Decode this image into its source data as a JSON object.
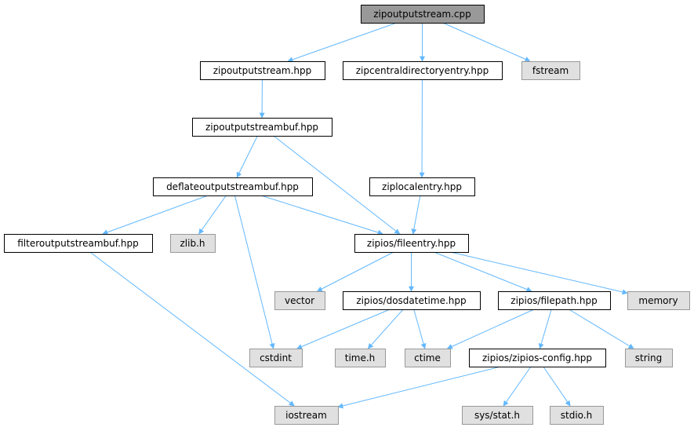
{
  "diagram": {
    "nodes": [
      {
        "id": "zipoutputstream_cpp",
        "label": "zipoutputstream.cpp",
        "kind": "root"
      },
      {
        "id": "zipoutputstream_hpp",
        "label": "zipoutputstream.hpp",
        "kind": "file"
      },
      {
        "id": "zipcentraldirectoryentry_hpp",
        "label": "zipcentraldirectoryentry.hpp",
        "kind": "file"
      },
      {
        "id": "fstream",
        "label": "fstream",
        "kind": "system"
      },
      {
        "id": "zipoutputstreambuf_hpp",
        "label": "zipoutputstreambuf.hpp",
        "kind": "file"
      },
      {
        "id": "deflateoutputstreambuf_hpp",
        "label": "deflateoutputstreambuf.hpp",
        "kind": "file"
      },
      {
        "id": "ziplocalentry_hpp",
        "label": "ziplocalentry.hpp",
        "kind": "file"
      },
      {
        "id": "filteroutputstreambuf_hpp",
        "label": "filteroutputstreambuf.hpp",
        "kind": "file"
      },
      {
        "id": "zlib_h",
        "label": "zlib.h",
        "kind": "system"
      },
      {
        "id": "fileentry_hpp",
        "label": "zipios/fileentry.hpp",
        "kind": "file"
      },
      {
        "id": "vector",
        "label": "vector",
        "kind": "system"
      },
      {
        "id": "dosdatetime_hpp",
        "label": "zipios/dosdatetime.hpp",
        "kind": "file"
      },
      {
        "id": "filepath_hpp",
        "label": "zipios/filepath.hpp",
        "kind": "file"
      },
      {
        "id": "memory",
        "label": "memory",
        "kind": "system"
      },
      {
        "id": "cstdint",
        "label": "cstdint",
        "kind": "system"
      },
      {
        "id": "time_h",
        "label": "time.h",
        "kind": "system"
      },
      {
        "id": "ctime",
        "label": "ctime",
        "kind": "system"
      },
      {
        "id": "zipios_config_hpp",
        "label": "zipios/zipios-config.hpp",
        "kind": "file"
      },
      {
        "id": "string",
        "label": "string",
        "kind": "system"
      },
      {
        "id": "iostream",
        "label": "iostream",
        "kind": "system"
      },
      {
        "id": "sys_stat_h",
        "label": "sys/stat.h",
        "kind": "system"
      },
      {
        "id": "stdio_h",
        "label": "stdio.h",
        "kind": "system"
      }
    ],
    "edges": [
      [
        "zipoutputstream_cpp",
        "zipoutputstream_hpp"
      ],
      [
        "zipoutputstream_cpp",
        "zipcentraldirectoryentry_hpp"
      ],
      [
        "zipoutputstream_cpp",
        "fstream"
      ],
      [
        "zipoutputstream_hpp",
        "zipoutputstreambuf_hpp"
      ],
      [
        "zipcentraldirectoryentry_hpp",
        "ziplocalentry_hpp"
      ],
      [
        "zipoutputstreambuf_hpp",
        "deflateoutputstreambuf_hpp"
      ],
      [
        "zipoutputstreambuf_hpp",
        "fileentry_hpp"
      ],
      [
        "deflateoutputstreambuf_hpp",
        "filteroutputstreambuf_hpp"
      ],
      [
        "deflateoutputstreambuf_hpp",
        "zlib_h"
      ],
      [
        "deflateoutputstreambuf_hpp",
        "cstdint"
      ],
      [
        "deflateoutputstreambuf_hpp",
        "fileentry_hpp"
      ],
      [
        "ziplocalentry_hpp",
        "fileentry_hpp"
      ],
      [
        "filteroutputstreambuf_hpp",
        "iostream"
      ],
      [
        "fileentry_hpp",
        "vector"
      ],
      [
        "fileentry_hpp",
        "dosdatetime_hpp"
      ],
      [
        "fileentry_hpp",
        "filepath_hpp"
      ],
      [
        "fileentry_hpp",
        "memory"
      ],
      [
        "dosdatetime_hpp",
        "cstdint"
      ],
      [
        "dosdatetime_hpp",
        "time_h"
      ],
      [
        "dosdatetime_hpp",
        "ctime"
      ],
      [
        "filepath_hpp",
        "ctime"
      ],
      [
        "filepath_hpp",
        "zipios_config_hpp"
      ],
      [
        "filepath_hpp",
        "string"
      ],
      [
        "zipios_config_hpp",
        "iostream"
      ],
      [
        "zipios_config_hpp",
        "sys_stat_h"
      ],
      [
        "zipios_config_hpp",
        "stdio_h"
      ]
    ]
  },
  "colors": {
    "root_fill": "#999999",
    "file_fill": "#ffffff",
    "system_fill": "#e0e0e0",
    "file_stroke": "#000000",
    "system_stroke": "#999999",
    "edge": "#63b8ff"
  }
}
